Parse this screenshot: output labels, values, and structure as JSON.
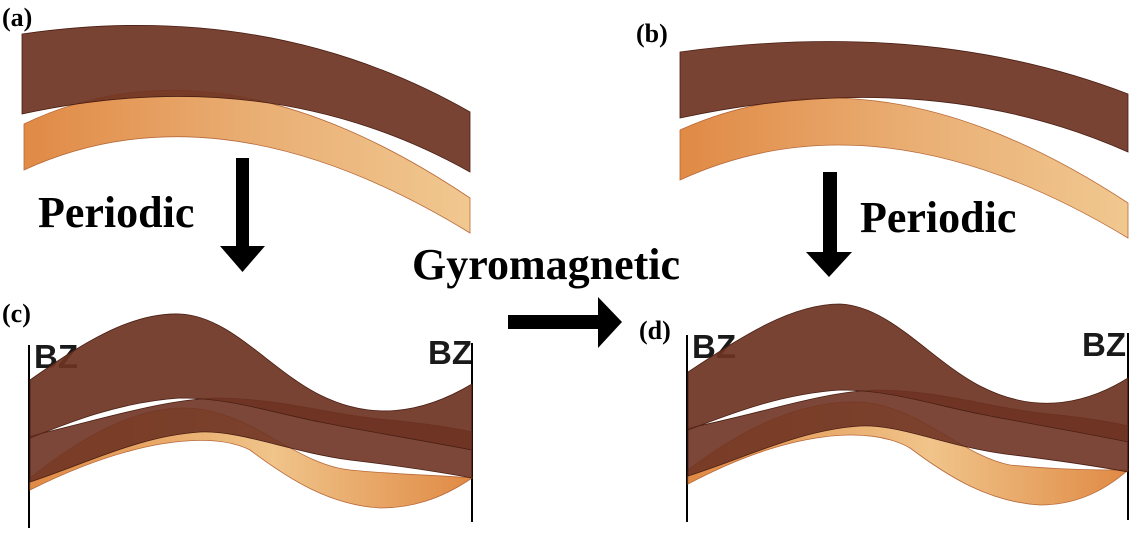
{
  "panels": {
    "a": {
      "label": "(a)"
    },
    "b": {
      "label": "(b)"
    },
    "c": {
      "label": "(c)",
      "bz_left": "BZ",
      "bz_right": "BZ"
    },
    "d": {
      "label": "(d)",
      "bz_left": "BZ",
      "bz_right": "BZ"
    }
  },
  "arrows": {
    "periodic_left": "Periodic",
    "periodic_right": "Periodic",
    "gyromagnetic": "Gyromagnetic"
  },
  "colors": {
    "dark_band": "#6e3322",
    "light_band_dark_end": "#e08a45",
    "light_band_light_end": "#f0c890"
  }
}
